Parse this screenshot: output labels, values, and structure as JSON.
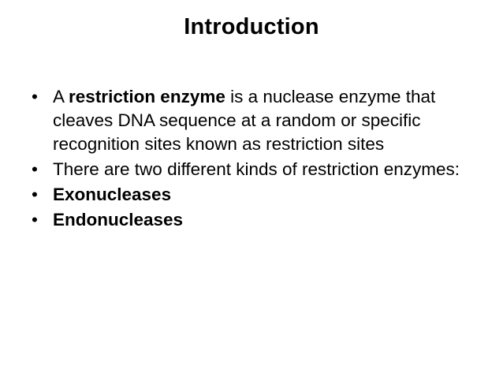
{
  "slide": {
    "title": "Introduction",
    "bullet_marker": "•",
    "bullets": [
      {
        "id": "definition",
        "bold_all": false,
        "segments": [
          {
            "text": "A ",
            "bold": false
          },
          {
            "text": "restriction enzyme",
            "bold": true
          },
          {
            "text": " is a nuclease enzyme that cleaves DNA sequence at a random or specific recognition sites known as restriction sites",
            "bold": false
          }
        ]
      },
      {
        "id": "kinds",
        "bold_all": false,
        "segments": [
          {
            "text": "There are two different kinds of restriction enzymes:",
            "bold": false
          }
        ]
      },
      {
        "id": "exonucleases",
        "bold_all": true,
        "segments": [
          {
            "text": "Exonucleases",
            "bold": true
          }
        ]
      },
      {
        "id": "endonucleases",
        "bold_all": true,
        "segments": [
          {
            "text": "Endonucleases",
            "bold": true
          }
        ]
      }
    ]
  },
  "colors": {
    "background": "#ffffff",
    "text": "#000000"
  }
}
